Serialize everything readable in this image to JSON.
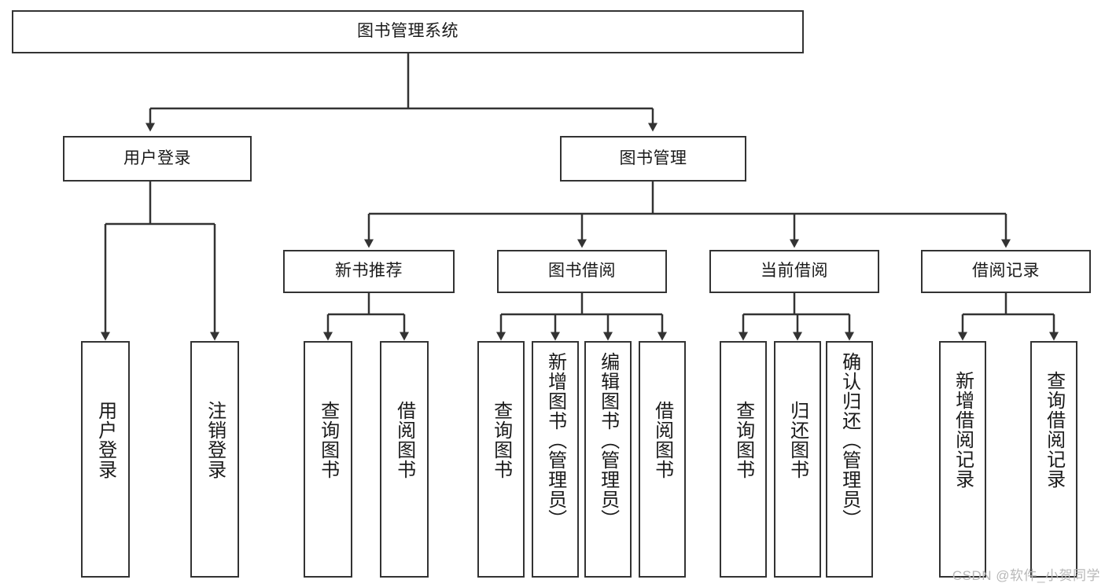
{
  "diagram": {
    "type": "tree-hierarchy",
    "title": "图书管理系统",
    "theme": {
      "background": "#ffffff",
      "box_border": "#333333",
      "box_fill": "#ffffff",
      "text": "#1a1a1a",
      "edge": "#333333",
      "watermark": "#b8b8b8"
    },
    "nodes": {
      "root": {
        "label": "图书管理系统",
        "level": 0
      },
      "l1": [
        {
          "id": "user_login",
          "label": "用户登录"
        },
        {
          "id": "book_mgmt",
          "label": "图书管理"
        }
      ],
      "l2": [
        {
          "id": "new_book_rec",
          "label": "新书推荐",
          "parent": "book_mgmt"
        },
        {
          "id": "book_borrow",
          "label": "图书借阅",
          "parent": "book_mgmt"
        },
        {
          "id": "current_borrow",
          "label": "当前借阅",
          "parent": "book_mgmt"
        },
        {
          "id": "borrow_record",
          "label": "借阅记录",
          "parent": "book_mgmt"
        }
      ],
      "leaves": {
        "user_login": [
          {
            "id": "leaf_user_login",
            "label": "用户登录"
          },
          {
            "id": "leaf_logout",
            "label": "注销登录"
          }
        ],
        "new_book_rec": [
          {
            "id": "leaf_query_book_1",
            "label": "查询图书"
          },
          {
            "id": "leaf_borrow_book_1",
            "label": "借阅图书"
          }
        ],
        "book_borrow": [
          {
            "id": "leaf_query_book_2",
            "label": "查询图书"
          },
          {
            "id": "leaf_add_book",
            "label": "新增图书（管理员）"
          },
          {
            "id": "leaf_edit_book",
            "label": "编辑图书（管理员）"
          },
          {
            "id": "leaf_borrow_book_2",
            "label": "借阅图书"
          }
        ],
        "current_borrow": [
          {
            "id": "leaf_query_book_3",
            "label": "查询图书"
          },
          {
            "id": "leaf_return_book",
            "label": "归还图书"
          },
          {
            "id": "leaf_confirm_return",
            "label": "确认归还（管理员）"
          }
        ],
        "borrow_record": [
          {
            "id": "leaf_add_record",
            "label": "新增借阅记录"
          },
          {
            "id": "leaf_query_record",
            "label": "查询借阅记录"
          }
        ]
      }
    },
    "watermark": "CSDN @软件_小贺同学"
  }
}
